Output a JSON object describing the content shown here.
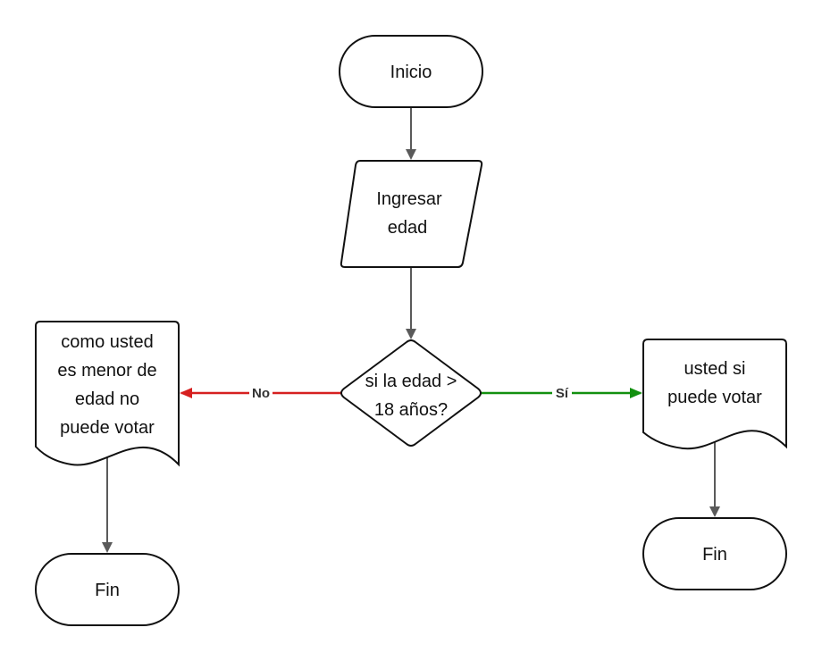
{
  "flowchart": {
    "nodes": {
      "start": {
        "type": "terminal",
        "label": "Inicio"
      },
      "input": {
        "type": "input-output",
        "lines": [
          "Ingresar",
          "edad"
        ]
      },
      "decision": {
        "type": "decision",
        "lines": [
          "si la edad >",
          "18 años?"
        ]
      },
      "output_no": {
        "type": "document",
        "lines": [
          "como usted",
          "es menor de",
          "edad no",
          "puede votar"
        ]
      },
      "output_yes": {
        "type": "document",
        "lines": [
          "usted si",
          "puede votar"
        ]
      },
      "end_left": {
        "type": "terminal",
        "label": "Fin"
      },
      "end_right": {
        "type": "terminal",
        "label": "Fin"
      }
    },
    "edges": {
      "no": {
        "from": "decision",
        "to": "output_no",
        "label": "No",
        "color": "#d62020"
      },
      "yes": {
        "from": "decision",
        "to": "output_yes",
        "label": "Sí",
        "color": "#12900f"
      },
      "default_color": "#5a5a5a"
    }
  }
}
